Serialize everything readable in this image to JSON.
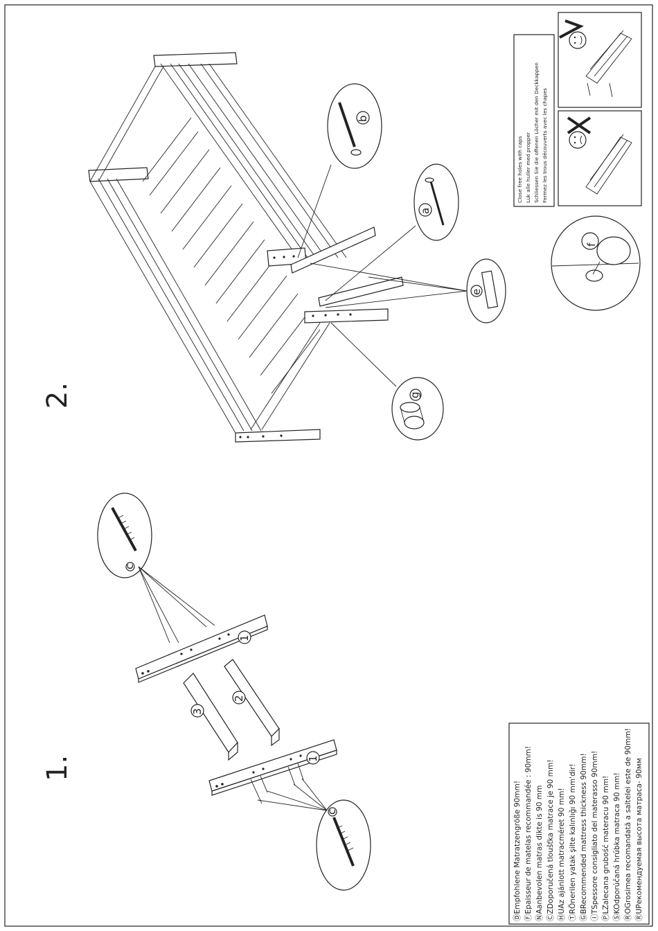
{
  "steps": {
    "one": "1.",
    "two": "2."
  },
  "part_labels": {
    "p1": "1",
    "p2": "2",
    "p3": "3",
    "a": "a",
    "b": "b",
    "c": "c",
    "e": "e",
    "f": "f",
    "g": "g"
  },
  "mattress_note": [
    "ⒹEmpfohlene Matratzengröße 90mm!",
    "ⒻEpaisseur de matelas recommandée : 90mm!",
    "ⓃAanbevolen matras dikte is 90 mm",
    "ⒸZDoporučená tloušťka matrace je 90 mm!",
    "ⒽUAz ajánlott matracméret 90 mm!",
    "ⓉRÖnerilen yatak şilte kalınlığı 90 mm'dir!",
    "ⒼBRecommended mattress thickness 90mm!",
    "ⒾTSpessore consigliato del materasso 90mm!",
    "ⓅLZalecana grubość materacu 90 mm!",
    "ⓈKOdporúčaná hrúbka matraca 90 mm!",
    "ⓇOGrosimea recomandată a saltelei este de 90mm!",
    "ⓇUРекомендуемая высота матраса- 90мм"
  ],
  "caps_note": [
    "Close free holes with caps",
    "Luk alle huller med propper",
    "Schliessen Sie die offenen Löcher mit den Deckkappen",
    "Fermez les trous découverts avec les chapes"
  ],
  "icons": {
    "happy": "happy-face-icon",
    "sad": "sad-face-icon",
    "check": "check-mark-icon",
    "cross": "cross-mark-icon"
  }
}
